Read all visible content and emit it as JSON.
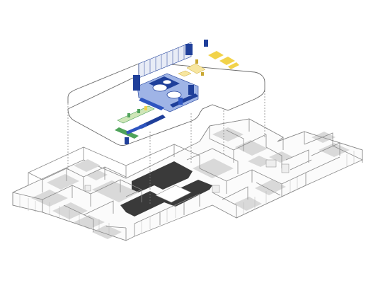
{
  "diagram": {
    "kind": "exploded-isometric-floor-plan",
    "colors": {
      "background": "#ffffff",
      "wall_fill": "#f4f4f4",
      "wall_stroke": "#8a8a8a",
      "floor_patch": "#d9d9d9",
      "dark_corridor": "#3a3a3a",
      "accent_blue": "#1f3f9a",
      "accent_light_blue": "#9fb4e6",
      "accent_yellow": "#f2d34a",
      "accent_green": "#4fa35a",
      "projection_line": "#7a7a7a"
    },
    "layers": [
      "furniture-layer",
      "floor-plan-layer"
    ]
  }
}
